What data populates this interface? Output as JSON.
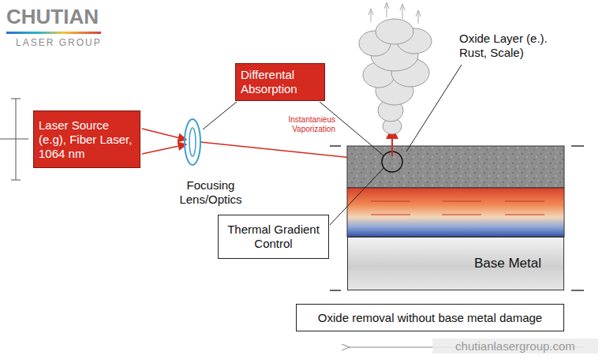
{
  "diagram": {
    "nodes": [
      {
        "text": [
          "Laser Source (e.g), Fiber Laser, 1064 nm"
        ]
      },
      {
        "text": [
          "Differental Absorption"
        ]
      },
      {
        "text": [
          "Thermal Gradient Control"
        ]
      },
      {
        "text": [
          "Base Metal"
        ]
      },
      {
        "text": [
          "Oxide removal without base metal damage"
        ]
      }
    ],
    "labels": [
      "CHUTIAN",
      "LASER GROUP",
      "Instantanieus Vaporization",
      "Oxide Layer (e.). Rust, Scale)",
      "Focusing Lens/Optics",
      "chutianlasergroup.com"
    ]
  }
}
